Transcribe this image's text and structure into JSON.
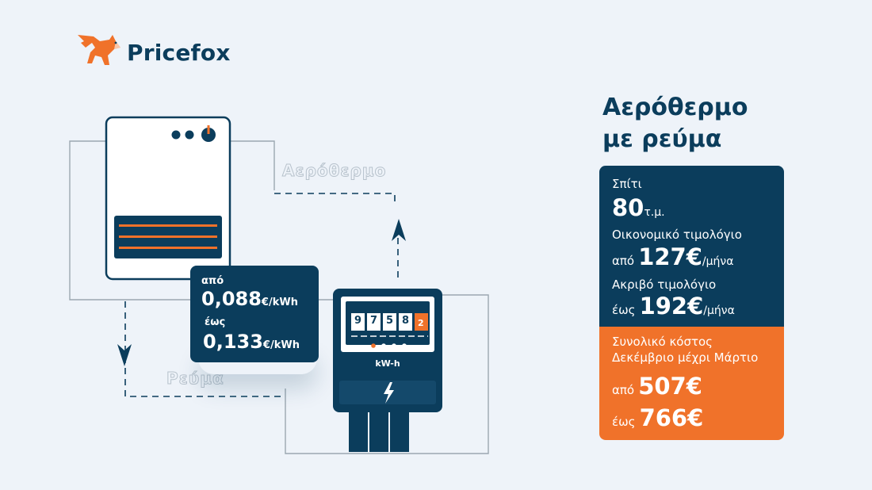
{
  "brand": {
    "name": "Pricefox"
  },
  "title": {
    "line1": "Αερόθερμο",
    "line2": "με ρεύμα"
  },
  "diagram": {
    "heater_label": "Αερόθερμο",
    "power_label": "Ρεύμα",
    "rate": {
      "from_word": "από",
      "from_value": "0,088",
      "from_unit": "€/kWh",
      "to_word": "έως",
      "to_value": "0,133",
      "to_unit": "€/kWh"
    },
    "meter": {
      "digits": [
        "9",
        "7",
        "5",
        "8",
        "2"
      ],
      "unit_label": "kW-h"
    }
  },
  "card": {
    "home_label": "Σπίτι",
    "area_value": "80",
    "area_unit": "τ.μ.",
    "cheap_label": "Οικονομικό τιμολόγιο",
    "cheap_prefix": "από",
    "cheap_value": "127€",
    "cheap_unit": "/μήνα",
    "expensive_label": "Ακριβό τιμολόγιο",
    "expensive_prefix": "έως",
    "expensive_value": "192€",
    "expensive_unit": "/μήνα",
    "total_label_1": "Συνολικό κόστος",
    "total_label_2": "Δεκέμβριο μέχρι Μάρτιο",
    "total_from_prefix": "από",
    "total_from_value": "507€",
    "total_to_prefix": "έως",
    "total_to_value": "766€"
  },
  "colors": {
    "navy": "#0b3d5c",
    "orange": "#f0722a",
    "background": "#eef3f9"
  }
}
